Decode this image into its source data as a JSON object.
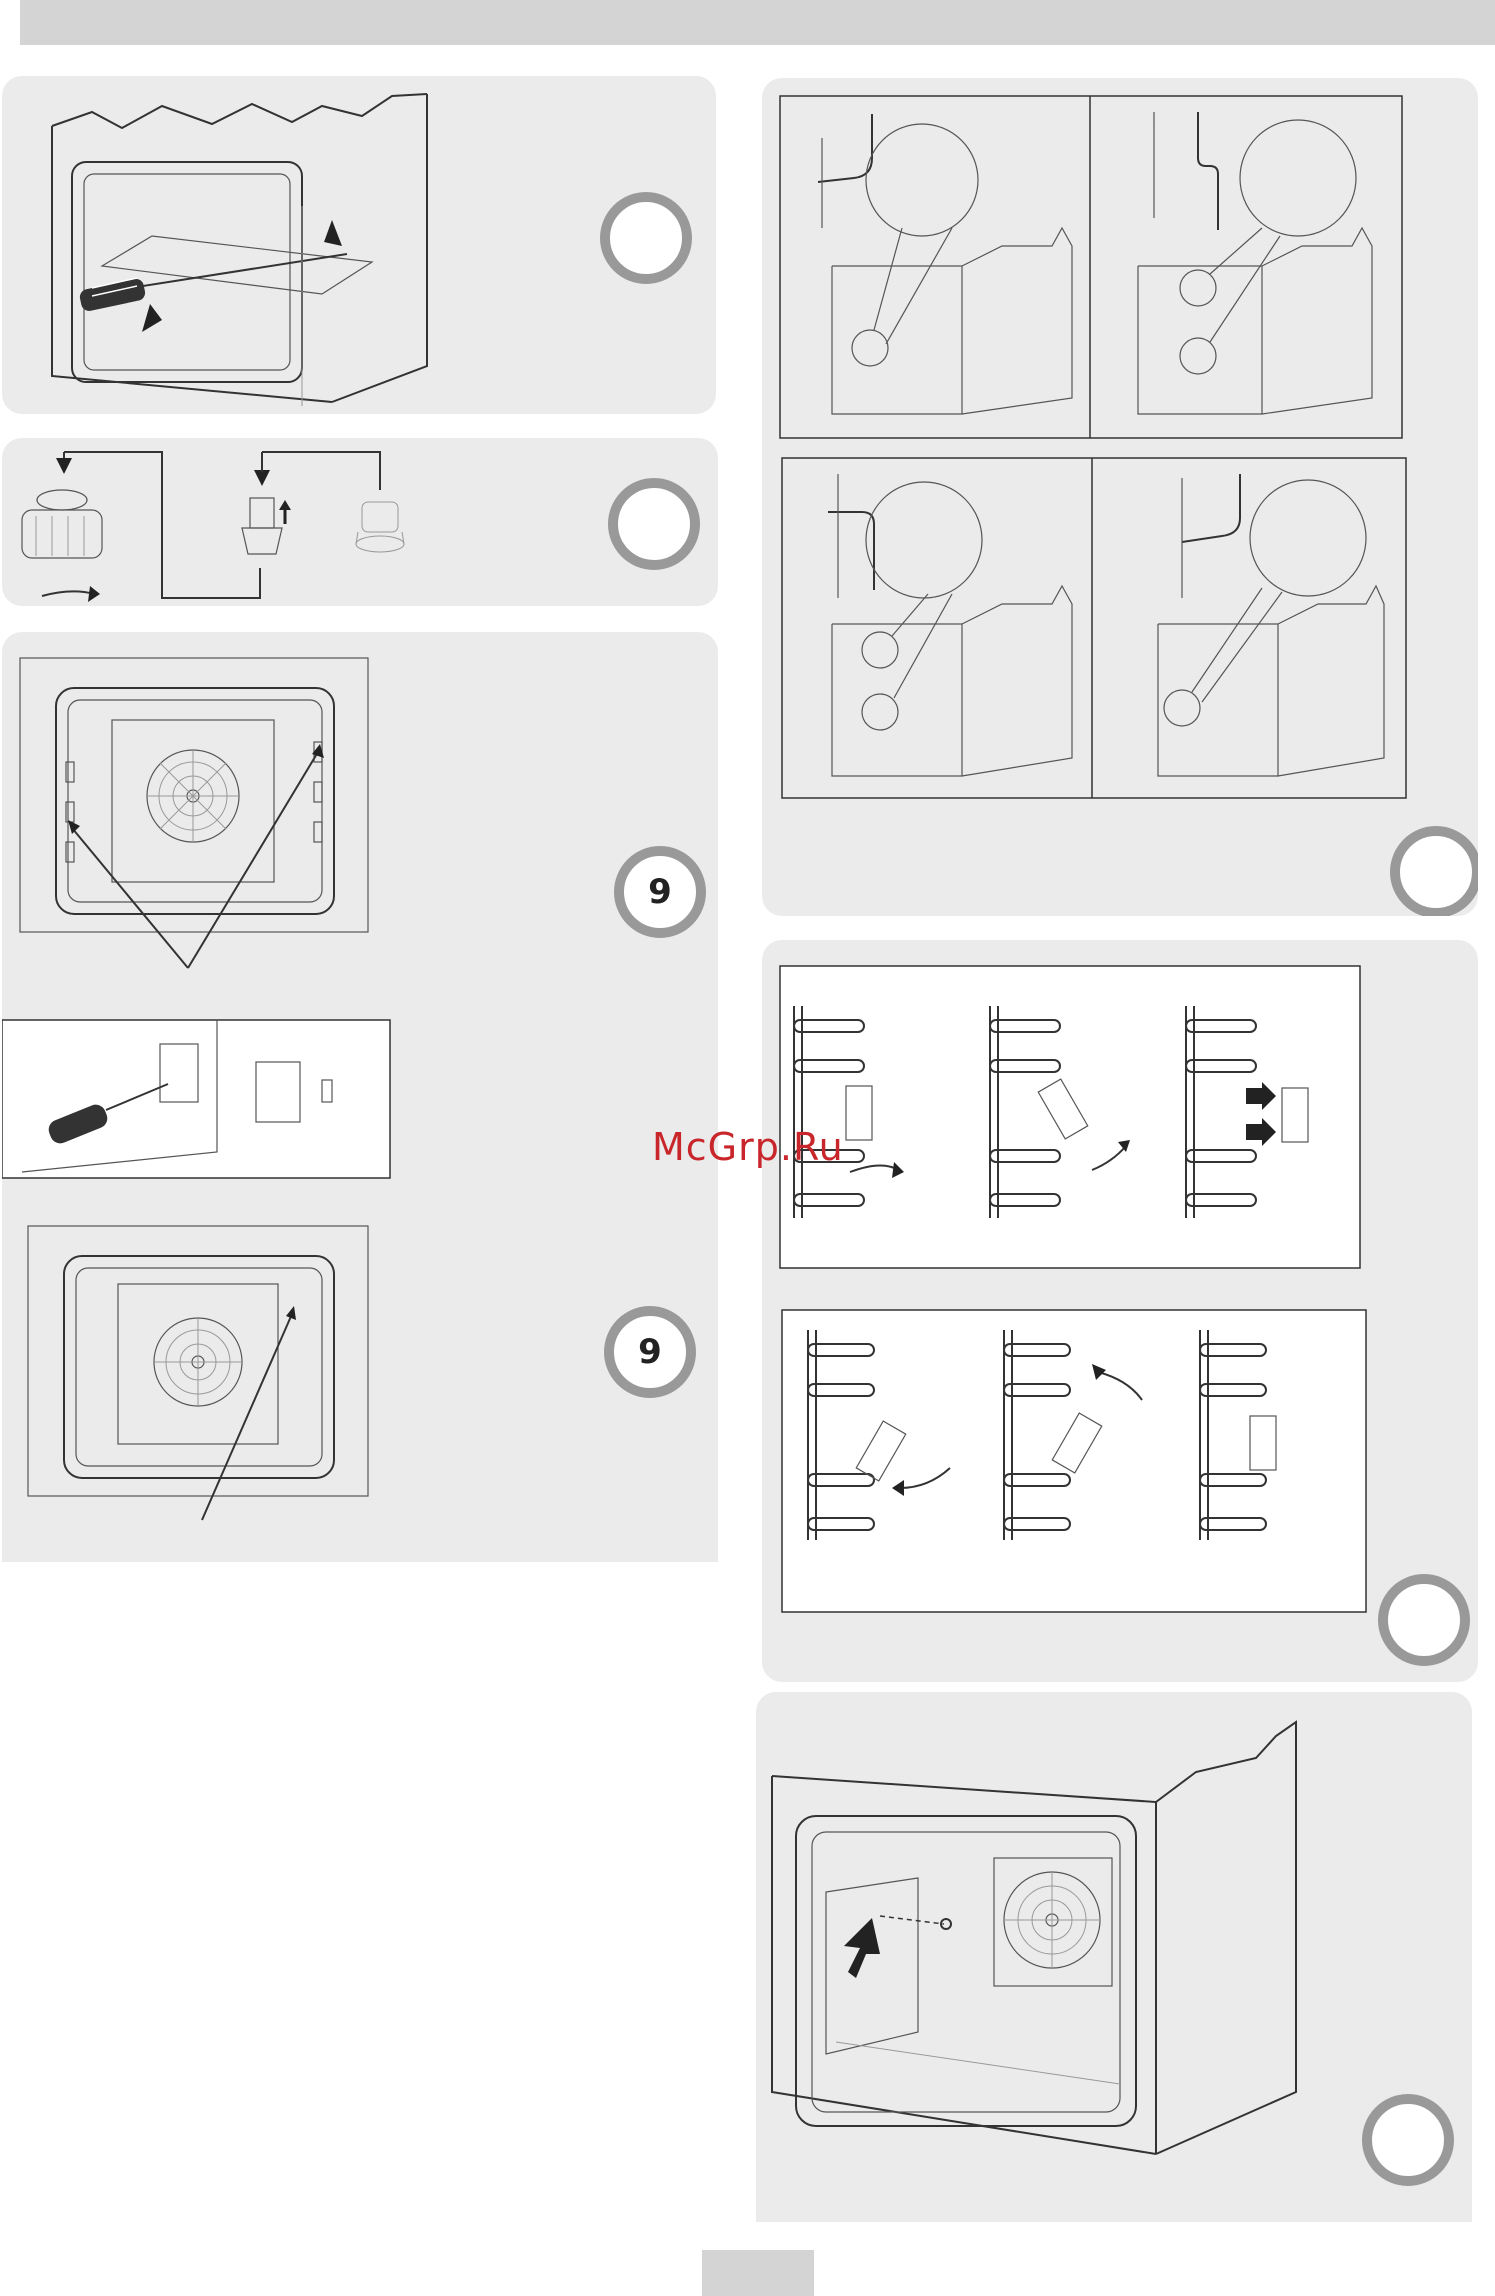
{
  "header": {
    "bar_color": "#d4d4d4"
  },
  "badges": {
    "b1": "",
    "b2": "",
    "b3": "9",
    "b4": "9",
    "b5": "",
    "b6": "",
    "b7": ""
  },
  "watermark": {
    "text": "McGrp.Ru",
    "color": "#c8262b"
  },
  "colors": {
    "panel": "#ebebeb",
    "badge_ring": "#999999",
    "accent": "#c8262b"
  },
  "icons": [
    "screwdriver-icon",
    "lamp-cover-icon",
    "bulb-icon",
    "oven-fan-icon",
    "arrow-icon",
    "rack-rail-icon"
  ]
}
